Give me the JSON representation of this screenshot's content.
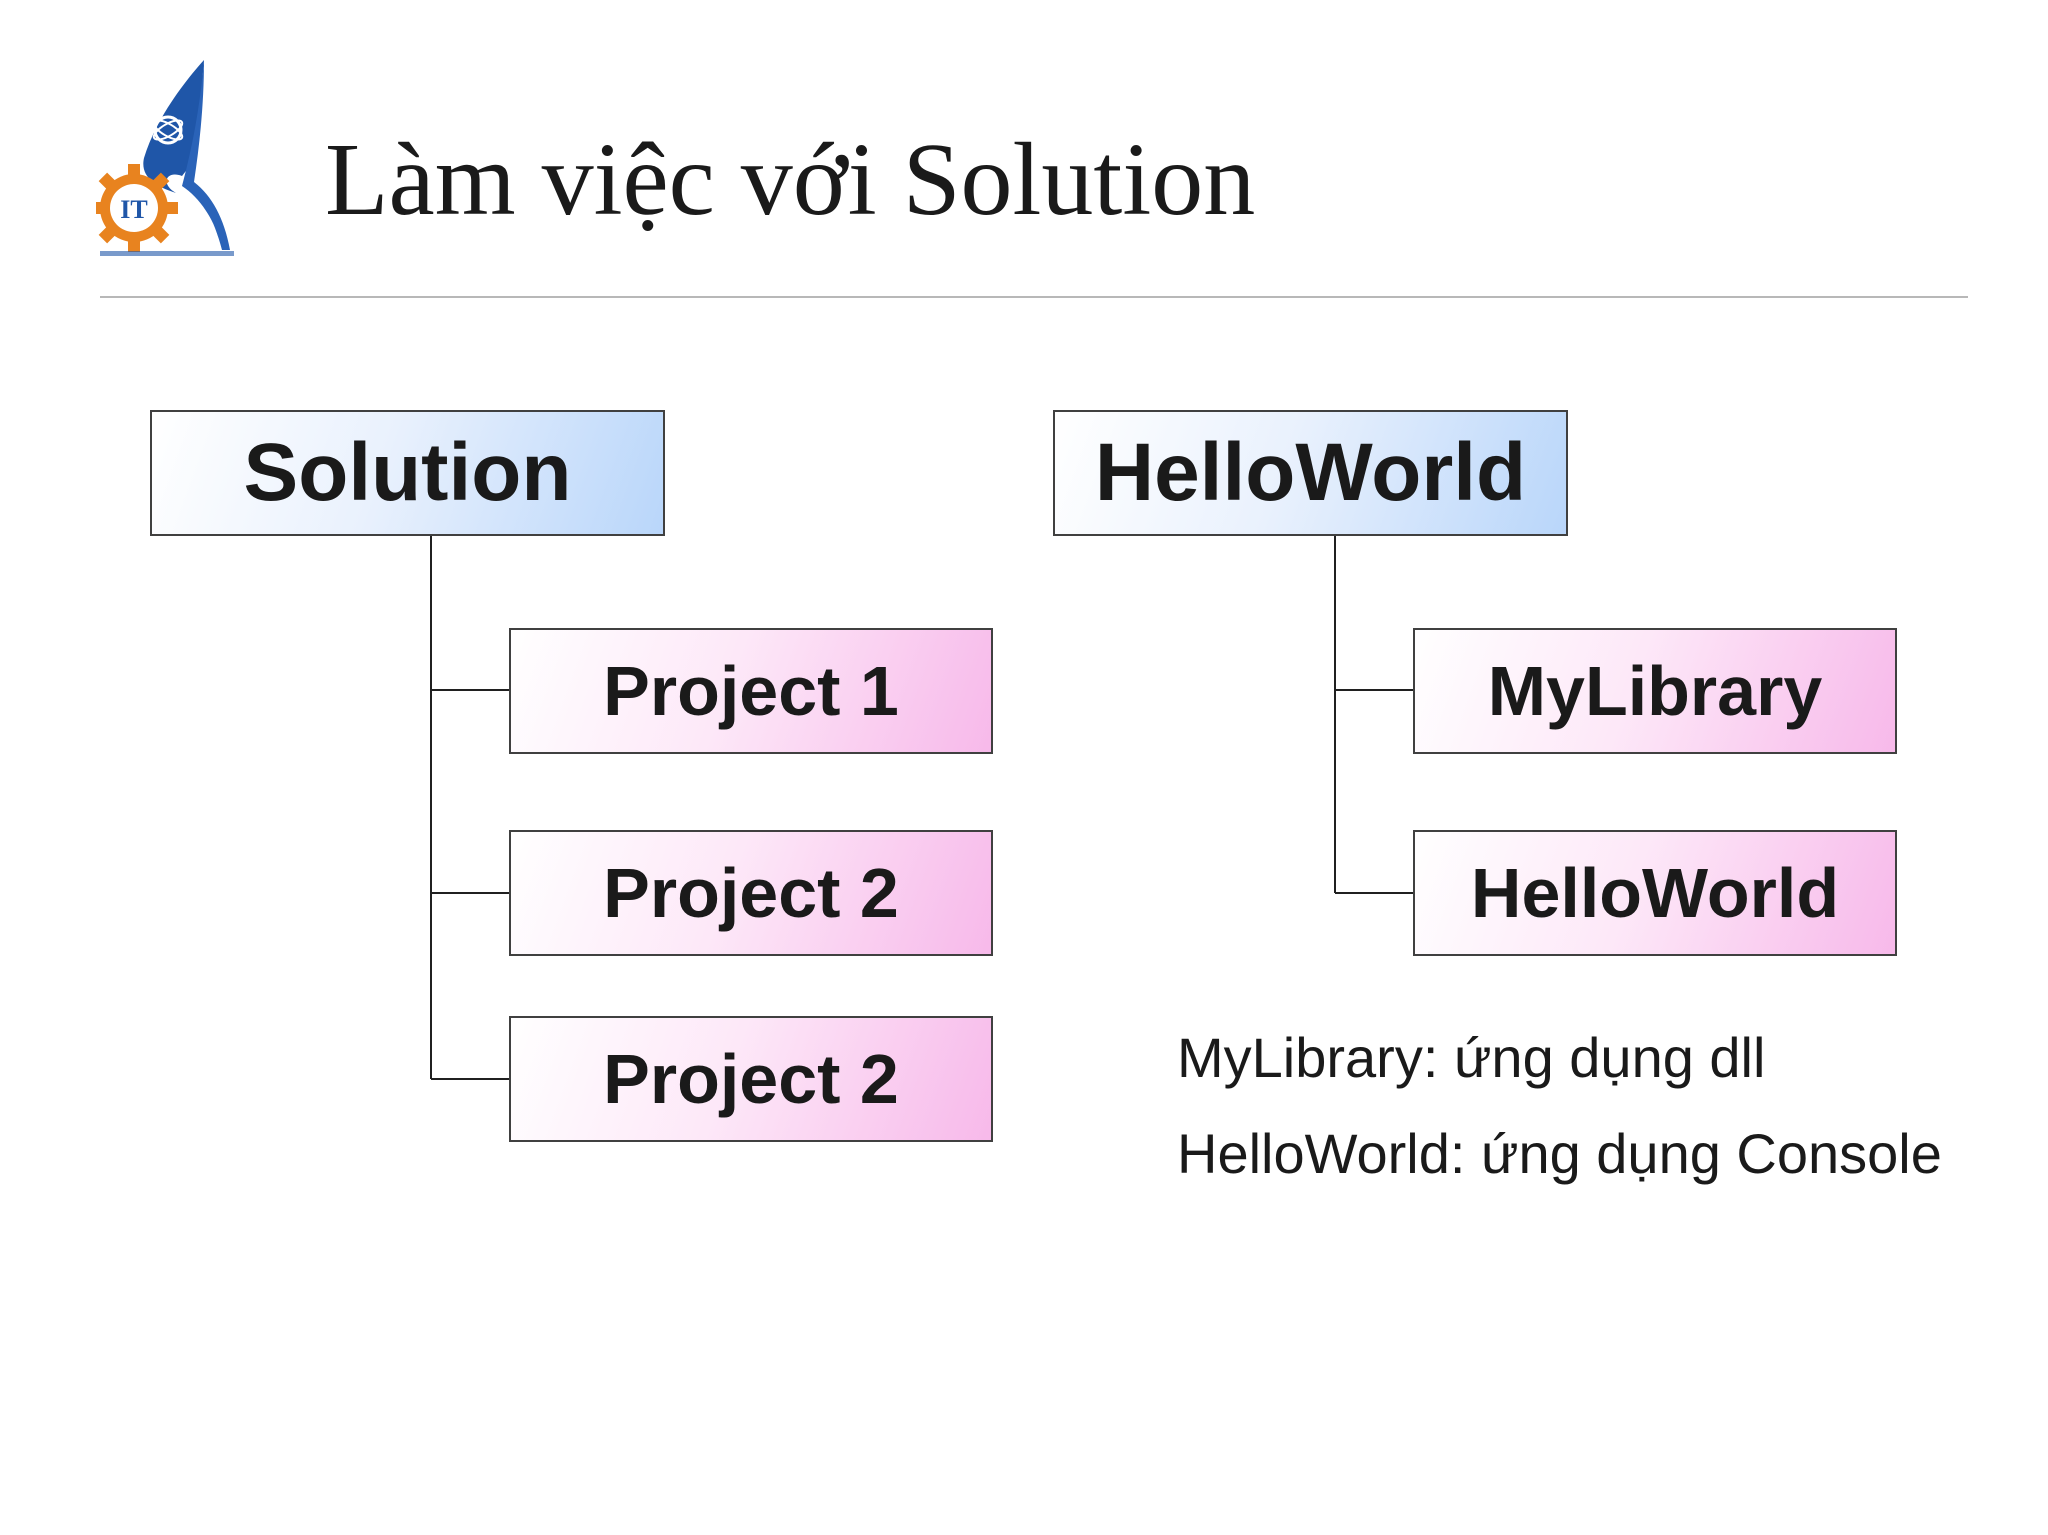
{
  "slide": {
    "title": "Làm việc với Solution"
  },
  "logo": {
    "lettering": "IT",
    "icon": "faculty-it-logo"
  },
  "diagram": {
    "left_tree": {
      "root": "Solution",
      "children": [
        "Project 1",
        "Project 2",
        "Project 2"
      ]
    },
    "right_tree": {
      "root": "HelloWorld",
      "children": [
        "MyLibrary",
        "HelloWorld"
      ]
    }
  },
  "notes": [
    "MyLibrary: ứng dụng dll",
    "HelloWorld: ứng dụng Console"
  ],
  "colors": {
    "root_box_accent": "#b9d6fa",
    "child_box_accent": "#f7b9ea",
    "logo_blue": "#1f56a8",
    "logo_orange": "#e8831f"
  }
}
